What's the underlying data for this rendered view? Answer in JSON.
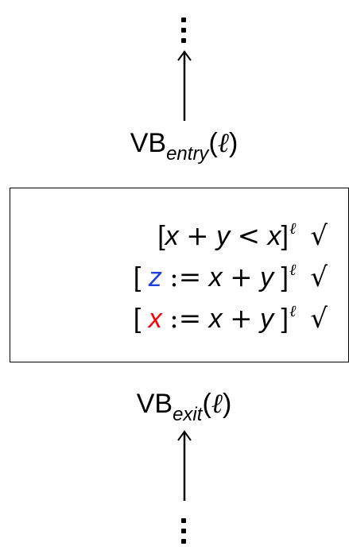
{
  "top_dots": ":",
  "bottom_dots": ":",
  "entry_label": {
    "base": "VB",
    "sub": "entry",
    "arg": "ℓ"
  },
  "exit_label": {
    "base": "VB",
    "sub": "exit",
    "arg": "ℓ"
  },
  "block": {
    "line1": {
      "lb": "[",
      "x1": "x",
      "plus": "+",
      "y": "y",
      "lt": "<",
      "x2": "x",
      "rb": "]",
      "label": "ℓ",
      "check": "√"
    },
    "line2": {
      "lb": "[",
      "target": "z",
      "target_color": "#1f3fe0",
      "assign": ":=",
      "x": "x",
      "plus": "+",
      "y": "y",
      "rb": "]",
      "label": "ℓ",
      "check": "√"
    },
    "line3": {
      "lb": "[",
      "target": "x",
      "target_color": "#ff0000",
      "assign": ":=",
      "x": "x",
      "plus": "+",
      "y": "y",
      "rb": "]",
      "label": "ℓ",
      "check": "√"
    }
  }
}
